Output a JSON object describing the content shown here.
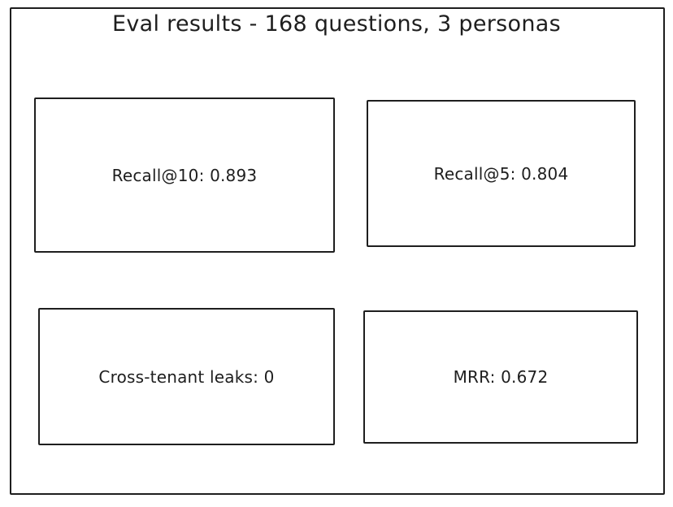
{
  "title": "Eval results - 168 questions, 3 personas",
  "metrics": [
    {
      "label": "Recall@10: 0.893"
    },
    {
      "label": "Recall@5: 0.804"
    },
    {
      "label": "Cross-tenant leaks: 0"
    },
    {
      "label": "MRR: 0.672"
    }
  ]
}
